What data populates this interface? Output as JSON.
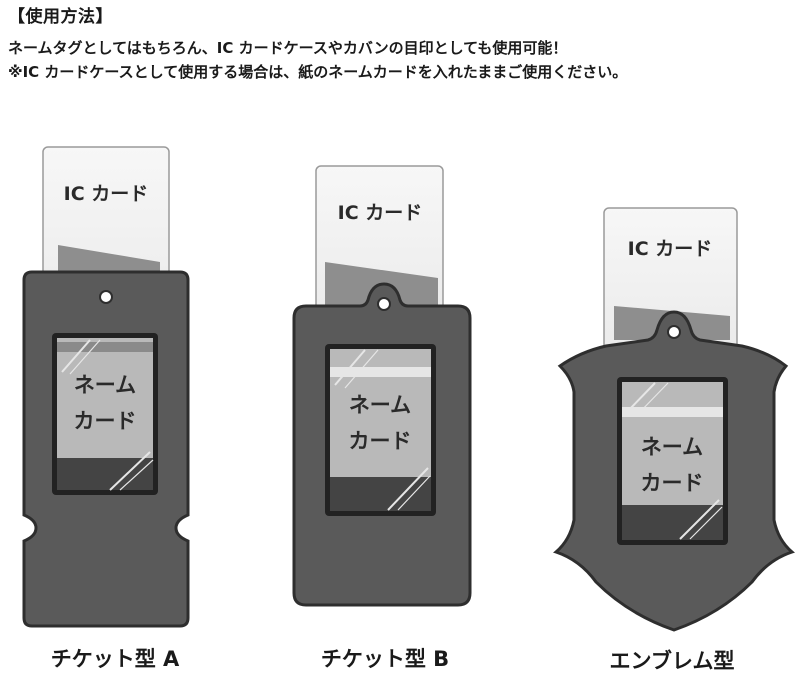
{
  "header": {
    "heading": "【使用方法】",
    "line1": "ネームタグとしてはもちろん、IC カードケースやカバンの目印としても使用可能！",
    "line2": "※IC カードケースとして使用する場合は、紙のネームカードを入れたままご使用ください。"
  },
  "items": [
    {
      "ic_label": "IC カード",
      "name_line1": "ネーム",
      "name_line2": "カード",
      "caption": "チケット型 A"
    },
    {
      "ic_label": "IC カード",
      "name_line1": "ネーム",
      "name_line2": "カード",
      "caption": "チケット型 B"
    },
    {
      "ic_label": "IC カード",
      "name_line1": "ネーム",
      "name_line2": "カード",
      "caption": "エンブレム型"
    }
  ],
  "colors": {
    "case_fill": "#5a5a5a",
    "case_stroke": "#2e2e2e",
    "ic_card": "#f3f3f3",
    "window": "#b9b9b9",
    "name_card_band": "#444444",
    "highlight": "#e6e6e6"
  }
}
